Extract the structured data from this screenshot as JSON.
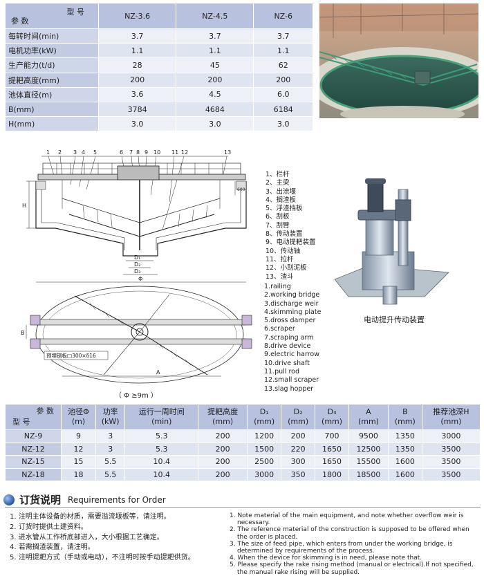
{
  "spec_table": {
    "header_model": "型  号",
    "header_param": "参  数",
    "models": [
      "NZ-3.6",
      "NZ-4.5",
      "NZ-6"
    ],
    "rows": [
      {
        "label": "每转时间(min)",
        "values": [
          "3.7",
          "3.7",
          "3.7"
        ]
      },
      {
        "label": "电机功率(kW)",
        "values": [
          "1.1",
          "1.1",
          "1.1"
        ]
      },
      {
        "label": "生产能力(t/d)",
        "values": [
          "28",
          "45",
          "62"
        ]
      },
      {
        "label": "提耙高度(mm)",
        "values": [
          "200",
          "200",
          "200"
        ]
      },
      {
        "label": "池体直径(m)",
        "values": [
          "3.6",
          "4.5",
          "6.0"
        ]
      },
      {
        "label": "B(mm)",
        "values": [
          "3784",
          "4684",
          "6184"
        ]
      },
      {
        "label": "H(mm)",
        "values": [
          "3.0",
          "3.0",
          "3.0"
        ]
      }
    ]
  },
  "diagram": {
    "numbers": [
      "1",
      "2",
      "3",
      "4",
      "5",
      "6",
      "7",
      "8",
      "9",
      "10",
      "11",
      "12",
      "13"
    ],
    "label_H": "H",
    "label_600": "600",
    "label_D1": "D₁",
    "label_D2": "D₂",
    "label_D3": "D₃",
    "label_phi": "Φ",
    "label_B": "B",
    "label_A": "A",
    "label_plate": "预埋钢板□300×δ16",
    "caption": "（ Φ ≥9m ）"
  },
  "legend_cn": [
    "1、栏杆",
    "2、主梁",
    "3、出流堰",
    "4、搁渣板",
    "5、浮渣挡板",
    "6、刮板",
    "7、刮臂",
    "8、传动装置",
    "9、电动提耙装置",
    "10、传动轴",
    "11、拉杆",
    "12、小刮泥板",
    "13、渣斗"
  ],
  "legend_en": [
    "1.railing",
    "2.working bridge",
    "3.discharge weir",
    "4.skimming plate",
    "5.dross damper",
    "6.scraper",
    "7.scraping arm",
    "8.drive device",
    "9.electric harrow",
    "10.drive shaft",
    "11.pull rod",
    "12.small scraper",
    "13.slag hopper"
  ],
  "device_caption": "电动提升传动装置",
  "model_table": {
    "header_param": "参  数",
    "header_model": "型  号",
    "columns": [
      "池径Φ\n(m)",
      "功率\n(kW)",
      "运行一周时间\n(min)",
      "提耙高度\n(mm)",
      "D₁\n(mm)",
      "D₂\n(mm)",
      "D₃\n(mm)",
      "A\n(mm)",
      "B\n(mm)",
      "推荐池深H\n(mm)"
    ],
    "rows": [
      {
        "model": "NZ-9",
        "values": [
          "9",
          "3",
          "5.3",
          "200",
          "1200",
          "200",
          "700",
          "9500",
          "1350",
          "3000"
        ]
      },
      {
        "model": "NZ-12",
        "values": [
          "12",
          "3",
          "5.3",
          "200",
          "1500",
          "220",
          "1650",
          "12500",
          "1350",
          "3500"
        ]
      },
      {
        "model": "NZ-15",
        "values": [
          "15",
          "5.5",
          "10.4",
          "200",
          "2500",
          "300",
          "1650",
          "15500",
          "1600",
          "3500"
        ]
      },
      {
        "model": "NZ-18",
        "values": [
          "18",
          "5.5",
          "10.4",
          "200",
          "3000",
          "350",
          "1800",
          "18500",
          "1600",
          "3500"
        ]
      }
    ]
  },
  "requirements": {
    "title_cn": "订货说明",
    "title_en": "Requirements for Order",
    "cn": [
      "1. 注明主体设备的材质，需要溢流堰板等，请注明。",
      "2. 订货时提供土建资料。",
      "3. 进水管从工作桥底部进入，大小根据工艺确定。",
      "4. 若需搁渣装置，请注明。",
      "5. 注明提耙方式（手动或电动），不注明时按手动提耙供货。"
    ],
    "en": [
      "1. Note material of the main equipment, and note whether overflow weir is necessary.",
      "2. The reference material of the construction is supposed to be offered when the order is placed.",
      "3. The size of feed pipe, which enters from under the working bridge, is determined by requirements of the process.",
      "4. When the device for skimming is in need, please note that.",
      "5. Please specify the rake rising method (manual or electrical).If not specified, the manual rake rising will be supplied."
    ]
  },
  "colors": {
    "header": "#b8c2de",
    "row_light": "#eef0f7",
    "row_dark": "#dfe4f1",
    "accent": "#2b5aa8"
  }
}
